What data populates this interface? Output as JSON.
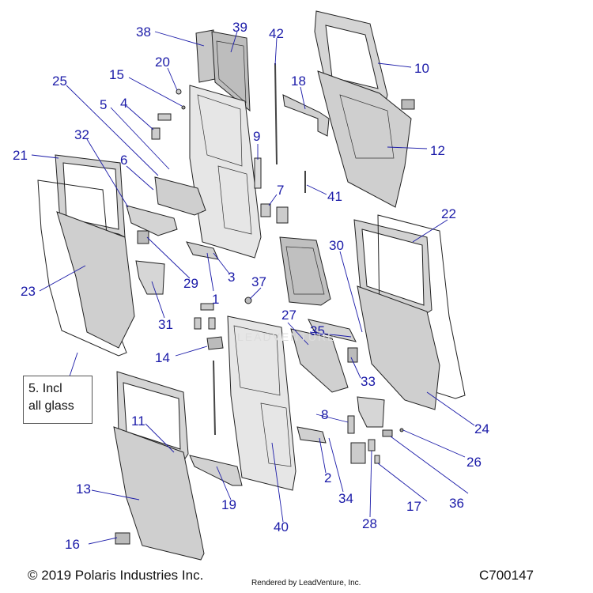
{
  "colors": {
    "callout": "#1a1aa8",
    "panel": "#d9d9d9",
    "glass": "#bdbdbd",
    "outline": "#222222"
  },
  "callouts": [
    {
      "id": "38",
      "label": "38"
    },
    {
      "id": "39",
      "label": "39"
    },
    {
      "id": "42",
      "label": "42"
    },
    {
      "id": "10",
      "label": "10"
    },
    {
      "id": "20",
      "label": "20"
    },
    {
      "id": "15",
      "label": "15"
    },
    {
      "id": "25",
      "label": "25"
    },
    {
      "id": "4",
      "label": "4"
    },
    {
      "id": "5",
      "label": "5"
    },
    {
      "id": "18",
      "label": "18"
    },
    {
      "id": "12",
      "label": "12"
    },
    {
      "id": "32",
      "label": "32"
    },
    {
      "id": "9",
      "label": "9"
    },
    {
      "id": "21",
      "label": "21"
    },
    {
      "id": "6",
      "label": "6"
    },
    {
      "id": "7",
      "label": "7"
    },
    {
      "id": "41",
      "label": "41"
    },
    {
      "id": "22",
      "label": "22"
    },
    {
      "id": "30",
      "label": "30"
    },
    {
      "id": "29",
      "label": "29"
    },
    {
      "id": "3",
      "label": "3"
    },
    {
      "id": "23",
      "label": "23"
    },
    {
      "id": "37",
      "label": "37"
    },
    {
      "id": "1",
      "label": "1"
    },
    {
      "id": "31",
      "label": "31"
    },
    {
      "id": "27",
      "label": "27"
    },
    {
      "id": "35",
      "label": "35"
    },
    {
      "id": "14",
      "label": "14"
    },
    {
      "id": "33",
      "label": "33"
    },
    {
      "id": "8",
      "label": "8"
    },
    {
      "id": "11",
      "label": "11"
    },
    {
      "id": "24",
      "label": "24"
    },
    {
      "id": "26",
      "label": "26"
    },
    {
      "id": "13",
      "label": "13"
    },
    {
      "id": "2",
      "label": "2"
    },
    {
      "id": "19",
      "label": "19"
    },
    {
      "id": "34",
      "label": "34"
    },
    {
      "id": "17",
      "label": "17"
    },
    {
      "id": "36",
      "label": "36"
    },
    {
      "id": "28",
      "label": "28"
    },
    {
      "id": "40",
      "label": "40"
    },
    {
      "id": "16",
      "label": "16"
    }
  ],
  "note": {
    "line1": "5. Incl",
    "line2": "all glass"
  },
  "footer": {
    "copyright": "© 2019 Polaris Industries Inc.",
    "rendered_by": "Rendered by LeadVenture, Inc.",
    "code": "C700147"
  },
  "watermark": "LEADVENTURE"
}
